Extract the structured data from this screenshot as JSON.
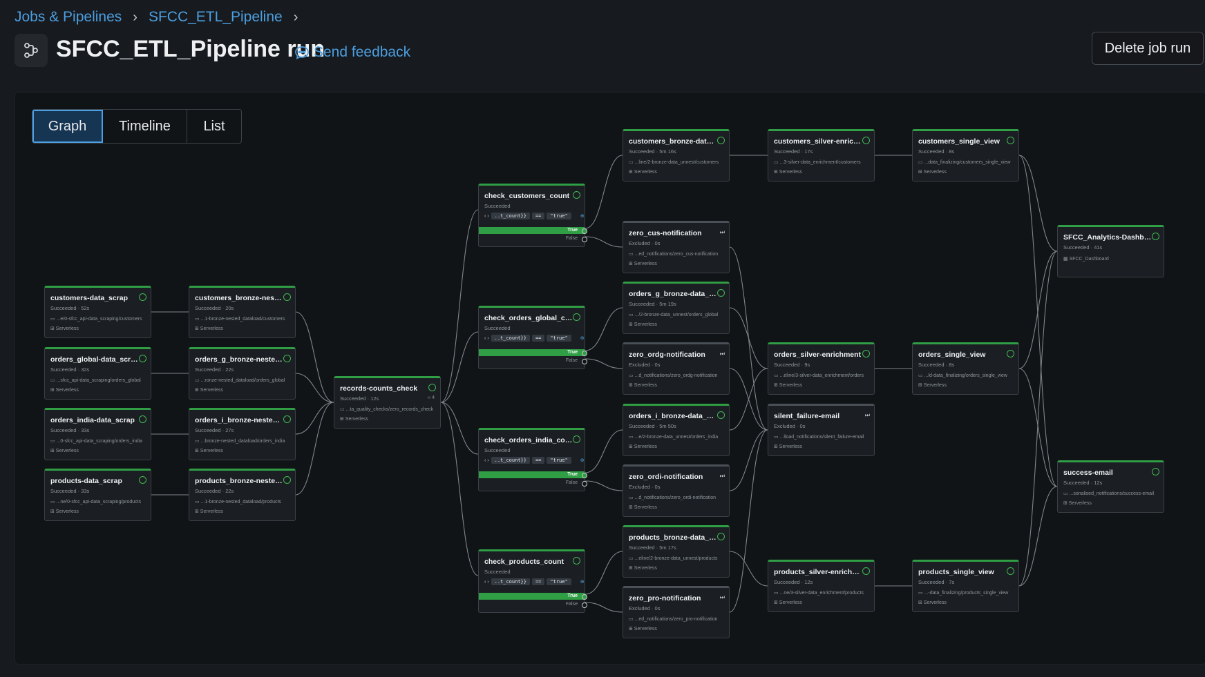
{
  "breadcrumb": {
    "root": "Jobs & Pipelines",
    "job": "SFCC_ETL_Pipeline"
  },
  "header": {
    "title": "SFCC_ETL_Pipeline run",
    "feedback": "Send feedback",
    "delete_button": "Delete job run",
    "job_icon": "workflow-icon"
  },
  "tabs": [
    {
      "label": "Graph",
      "active": true
    },
    {
      "label": "Timeline",
      "active": false
    },
    {
      "label": "List",
      "active": false
    }
  ],
  "colors": {
    "accent": "#4c9fe0",
    "success": "#2f9e44",
    "background": "#171a1e"
  },
  "compute_label": "Serverless",
  "condition": {
    "left": "..t_count}}",
    "op": "==",
    "right": "\"true\"",
    "true_label": "True",
    "false_label": "False"
  },
  "nodes": [
    {
      "id": "customers-data_scrap",
      "status": "Succeeded",
      "dur": "52s",
      "path": "...e/0-sfcc_api-data_scraping/customers"
    },
    {
      "id": "orders_global-data_scrap",
      "status": "Succeeded",
      "dur": "32s",
      "path": "...sfcc_api-data_scraping/orders_global"
    },
    {
      "id": "orders_india-data_scrap",
      "status": "Succeeded",
      "dur": "33s",
      "path": "...0-sfcc_api-data_scraping/orders_india"
    },
    {
      "id": "products-data_scrap",
      "status": "Succeeded",
      "dur": "33s",
      "path": "...ne/0-sfcc_api-data_scraping/products"
    },
    {
      "id": "customers_bronze-nested_l...",
      "status": "Succeeded",
      "dur": "20s",
      "path": "...1-bronze-nested_dataload/customers"
    },
    {
      "id": "orders_g_bronze-nested_lo...",
      "status": "Succeeded",
      "dur": "22s",
      "path": "...ronze-nested_dataload/orders_global"
    },
    {
      "id": "orders_i_bronze-nested_load",
      "status": "Succeeded",
      "dur": "27s",
      "path": "...bronze-nested_dataload/orders_india"
    },
    {
      "id": "products_bronze-nested_lo...",
      "status": "Succeeded",
      "dur": "22s",
      "path": "...1-bronze-nested_dataload/products"
    },
    {
      "id": "records-counts_check",
      "status": "Succeeded",
      "dur": "12s",
      "path": "...ta_quality_checks/zero_records_check",
      "count": "‹› 4"
    },
    {
      "id": "check_customers_count",
      "status": "Succeeded",
      "cond": true
    },
    {
      "id": "check_orders_global_count",
      "status": "Succeeded",
      "cond": true
    },
    {
      "id": "check_orders_india_count",
      "status": "Succeeded",
      "cond": true
    },
    {
      "id": "check_products_count",
      "status": "Succeeded",
      "cond": true
    },
    {
      "id": "customers_bronze-data_un...",
      "status": "Succeeded",
      "dur": "5m 16s",
      "path": "...line/2-bronze-data_unnest/customers"
    },
    {
      "id": "zero_cus-notification",
      "status": "Excluded",
      "dur": "0s",
      "path": "...ed_notifications/zero_cus-notification",
      "excluded": true
    },
    {
      "id": "orders_g_bronze-data_unn...",
      "status": "Succeeded",
      "dur": "5m 19s",
      "path": ".../2-bronze-data_unnest/orders_global"
    },
    {
      "id": "zero_ordg-notification",
      "status": "Excluded",
      "dur": "0s",
      "path": "...d_notifications/zero_ordg-notification",
      "excluded": true
    },
    {
      "id": "orders_i_bronze-data_unnest",
      "status": "Succeeded",
      "dur": "5m 50s",
      "path": "...e/2-bronze-data_unnest/orders_india"
    },
    {
      "id": "zero_ordi-notification",
      "status": "Excluded",
      "dur": "0s",
      "path": "...d_notifications/zero_ordi-notification",
      "excluded": true
    },
    {
      "id": "products_bronze-data_unn...",
      "status": "Succeeded",
      "dur": "5m 17s",
      "path": "...eline/2-bronze-data_unnest/products"
    },
    {
      "id": "zero_pro-notification",
      "status": "Excluded",
      "dur": "0s",
      "path": "...ed_notifications/zero_pro-notification",
      "excluded": true
    },
    {
      "id": "customers_silver-enrichment",
      "status": "Succeeded",
      "dur": "17s",
      "path": "...3-silver-data_enrichment/customers"
    },
    {
      "id": "orders_silver-enrichment",
      "status": "Succeeded",
      "dur": "9s",
      "path": "...eline/3-silver-data_enrichment/orders"
    },
    {
      "id": "silent_failure-email",
      "status": "Excluded",
      "dur": "0s",
      "path": "...lload_notifications/silent_failure-email",
      "excluded": true
    },
    {
      "id": "products_silver-enrichment",
      "status": "Succeeded",
      "dur": "12s",
      "path": "...ne/3-silver-data_enrichment/products"
    },
    {
      "id": "customers_single_view",
      "status": "Succeeded",
      "dur": "8s",
      "path": "...data_finalizing/customers_single_view"
    },
    {
      "id": "orders_single_view",
      "status": "Succeeded",
      "dur": "8s",
      "path": "...ld-data_finalizing/orders_single_view"
    },
    {
      "id": "products_single_view",
      "status": "Succeeded",
      "dur": "7s",
      "path": "...-data_finalizing/products_single_view"
    },
    {
      "id": "SFCC_Analytics-Dashboard...",
      "status": "Succeeded",
      "dur": "41s",
      "dashboard": "SFCC_Dashboard"
    },
    {
      "id": "success-email",
      "status": "Succeeded",
      "dur": "12s",
      "path": "...sonalised_notifications/success-email"
    }
  ]
}
